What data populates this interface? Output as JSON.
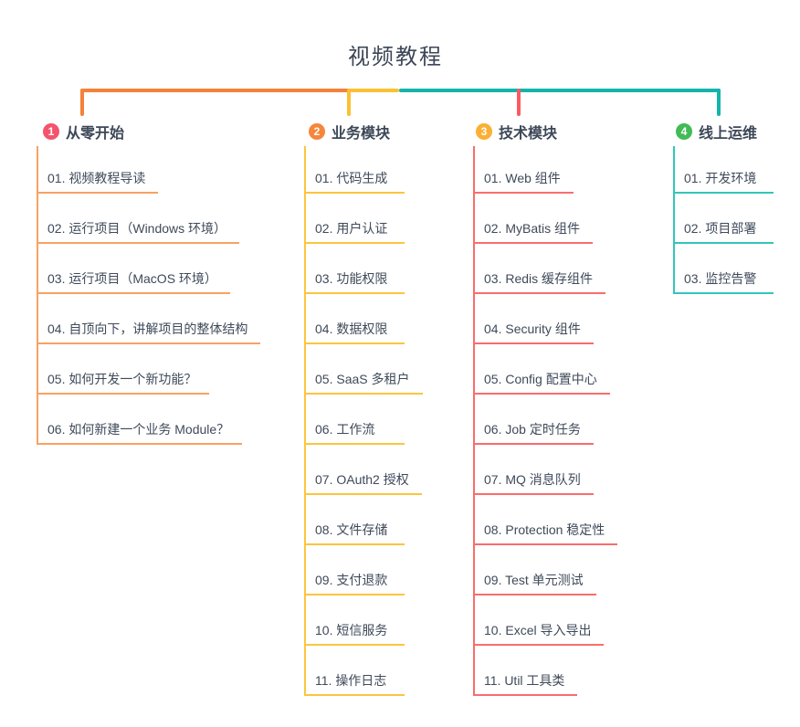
{
  "title": "视频教程",
  "colors": {
    "connector_orange": "#f5813a",
    "connector_yellow": "#fcc032",
    "connector_teal": "#14b4ab",
    "connector_red": "#fa5a61",
    "text_dark": "#3d4757"
  },
  "branches": [
    {
      "badge": "1",
      "label": "从零开始",
      "badge_color": "#f4536e",
      "line_color": "#f8a263",
      "items": [
        "01. 视频教程导读",
        "02. 运行项目（Windows 环境）",
        "03. 运行项目（MacOS 环境）",
        "04. 自顶向下，讲解项目的整体结构",
        "05. 如何开发一个新功能？",
        "06. 如何新建一个业务 Module？"
      ]
    },
    {
      "badge": "2",
      "label": "业务模块",
      "badge_color": "#f6863b",
      "line_color": "#fcc53e",
      "items": [
        "01. 代码生成",
        "02. 用户认证",
        "03. 功能权限",
        "04. 数据权限",
        "05. SaaS 多租户",
        "06. 工作流",
        "07. OAuth2 授权",
        "08. 文件存储",
        "09. 支付退款",
        "10. 短信服务",
        "11. 操作日志"
      ]
    },
    {
      "badge": "3",
      "label": "技术模块",
      "badge_color": "#fbb034",
      "line_color": "#f96d6d",
      "items": [
        "01. Web 组件",
        "02. MyBatis 组件",
        "03. Redis 缓存组件",
        "04. Security 组件",
        "05. Config 配置中心",
        "06. Job 定时任务",
        "07. MQ 消息队列",
        "08. Protection 稳定性",
        "09. Test 单元测试",
        "10. Excel 导入导出",
        "11. Util 工具类"
      ]
    },
    {
      "badge": "4",
      "label": "线上运维",
      "badge_color": "#42bb55",
      "line_color": "#32c6ba",
      "items": [
        "01. 开发环境",
        "02. 项目部署",
        "03. 监控告警"
      ]
    }
  ]
}
